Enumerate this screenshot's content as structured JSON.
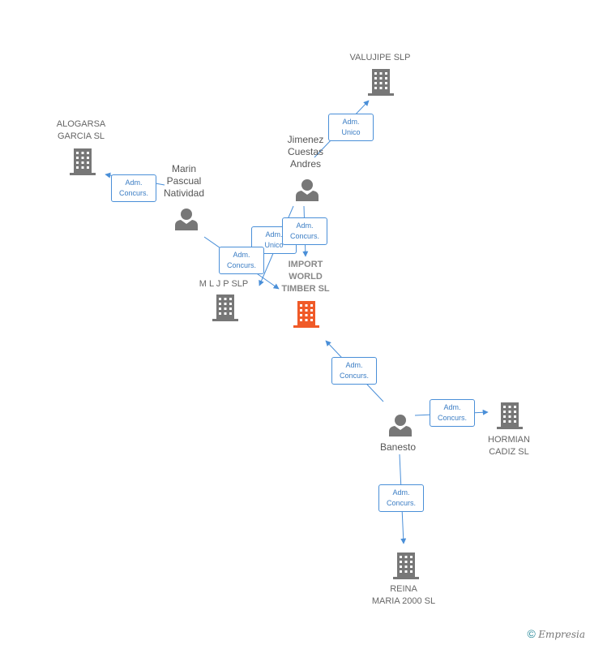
{
  "nodes": {
    "valujipe": "VALUJIPE SLP",
    "alogarsa": "ALOGARSA\nGARCIA SL",
    "marin": "Marin\nPascual\nNatividad",
    "jimenez": "Jimenez\nCuestas\nAndres",
    "mljp": "M L J P SLP",
    "import": "IMPORT\nWORLD\nTIMBER SL",
    "banesto": "Banesto",
    "hormian": "HORMIAN\nCADIZ SL",
    "reina": "REINA\nMARIA 2000 SL"
  },
  "edges": {
    "jimenez_valujipe": "Adm.\nUnico",
    "marin_alogarsa": "Adm.\nConcurs.",
    "jimenez_mljp": "Adm.\nUnico",
    "jimenez_import": "Adm.\nConcurs.",
    "marin_import": "Adm.\nConcurs.",
    "banesto_import": "Adm.\nConcurs.",
    "banesto_hormian": "Adm.\nConcurs.",
    "banesto_reina": "Adm.\nConcurs."
  },
  "colors": {
    "company": "#777777",
    "main_company": "#f05a28",
    "person": "#777777",
    "edge": "#4a8fd8"
  },
  "icons": {
    "company": "building-icon",
    "person": "person-icon"
  },
  "footer": {
    "copyright": "©",
    "brand": "Empresia"
  }
}
